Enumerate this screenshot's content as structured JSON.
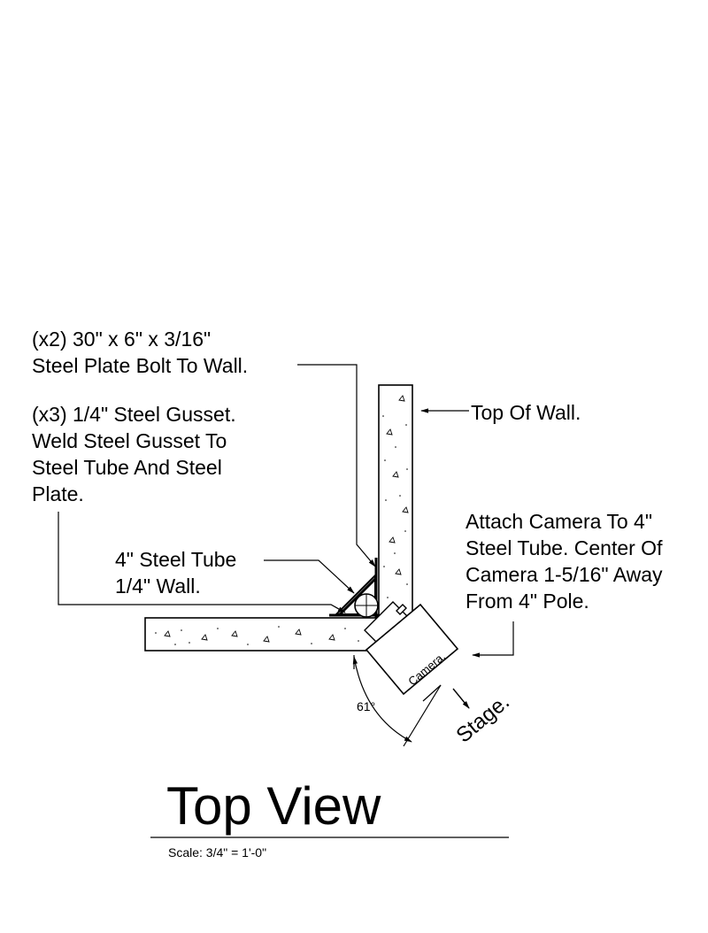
{
  "notes": {
    "plate": [
      "(x2) 30\" x 6\" x 3/16\"",
      "Steel Plate Bolt To Wall."
    ],
    "gusset": [
      "(x3) 1/4\" Steel Gusset.",
      "Weld Steel Gusset To",
      "Steel Tube And Steel",
      "Plate."
    ],
    "top_of_wall": "Top Of Wall.",
    "camera_attach": [
      "Attach Camera To 4\"",
      "Steel Tube. Center Of",
      "Camera 1-5/16\" Away",
      "From 4\" Pole."
    ],
    "steel_tube": [
      "4\" Steel Tube",
      "1/4\" Wall."
    ]
  },
  "camera_label": "Camera.",
  "stage_label": "Stage.",
  "angle_label": "61°",
  "title": "Top View",
  "scale": "Scale: 3/4\" = 1'-0\""
}
